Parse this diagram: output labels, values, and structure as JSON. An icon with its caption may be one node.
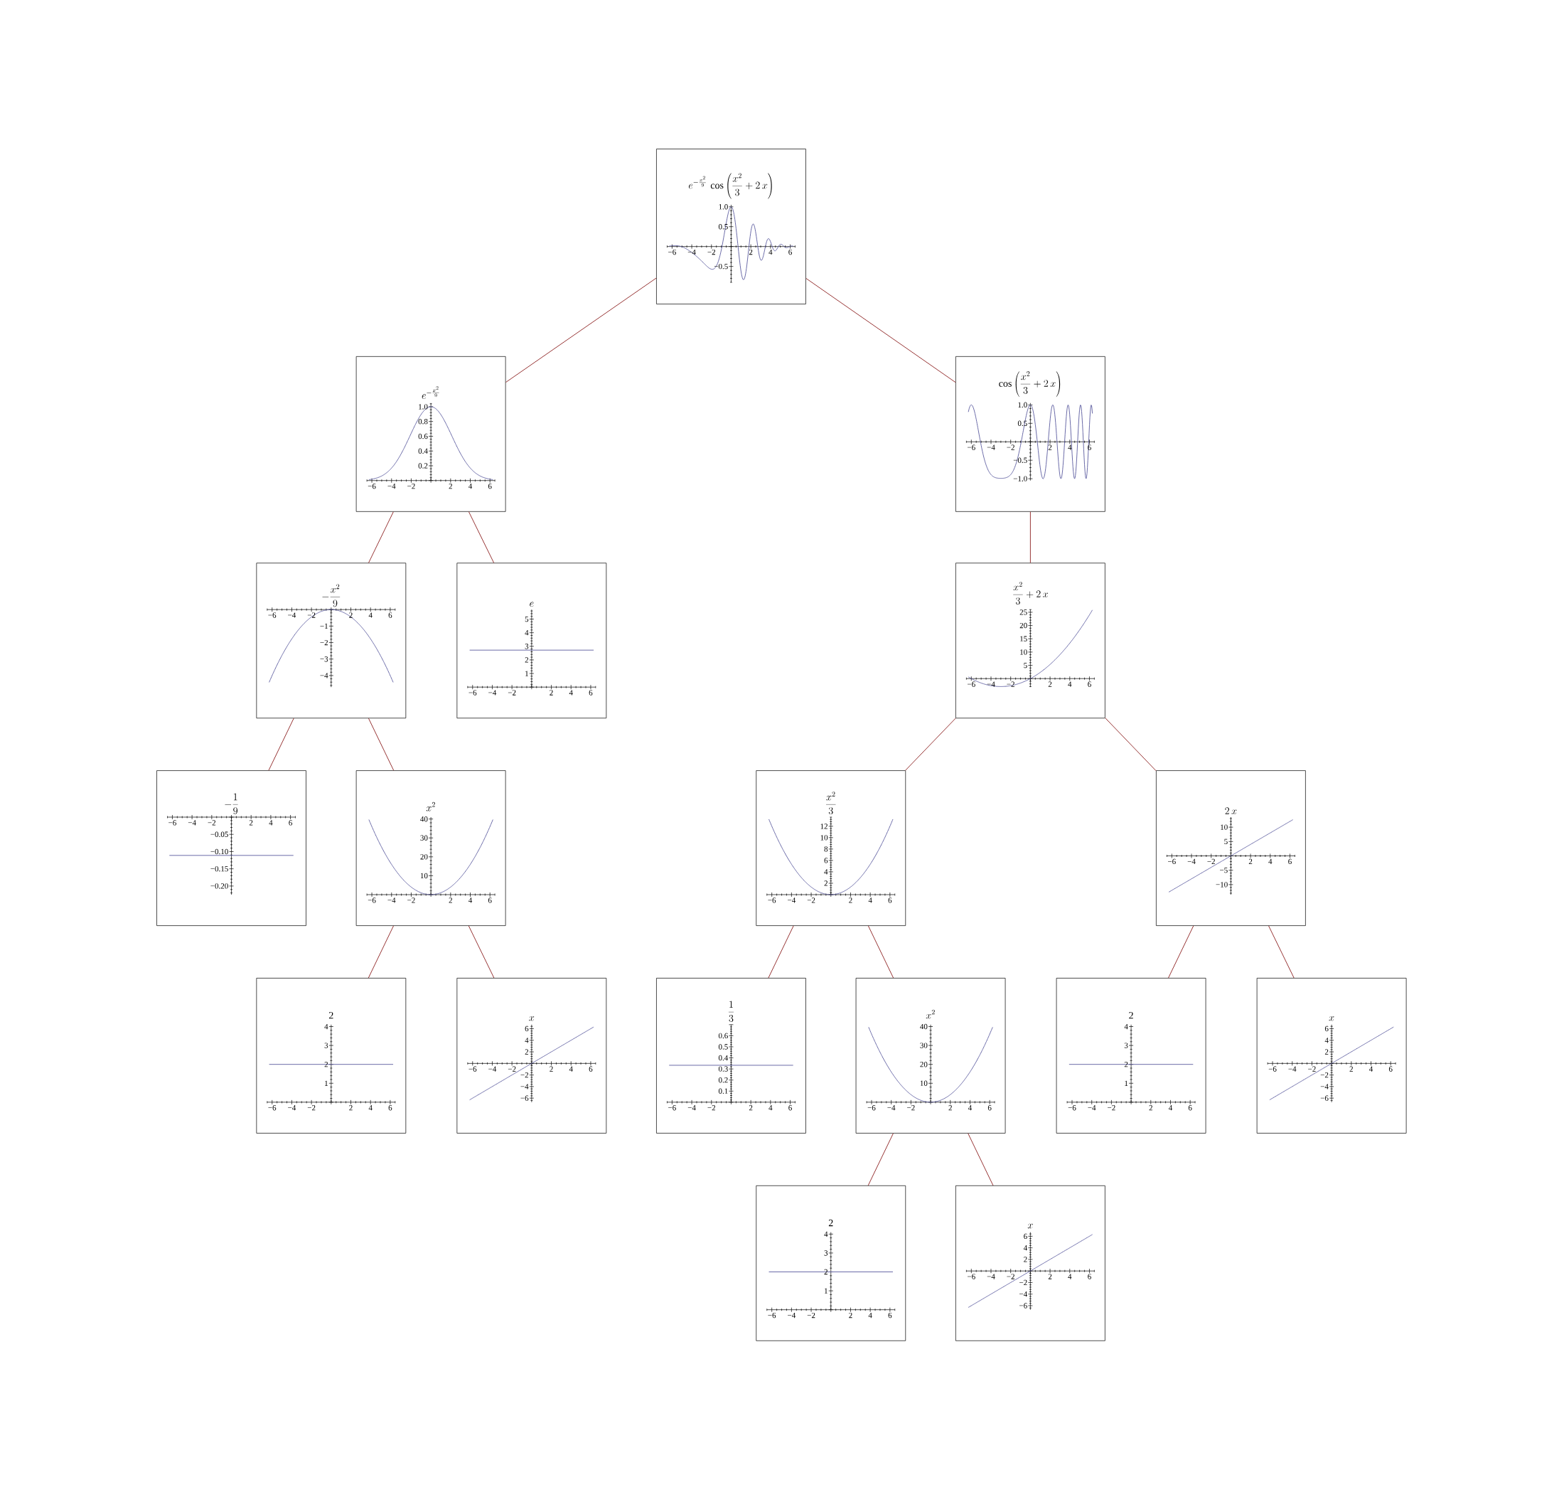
{
  "diagram": {
    "nodes": [
      {
        "text": [
          "e^{-\\frac{x^2}{9}}\\,\\cos\\left(\\frac{x^2}{3}+2\\,x\\right)",
          "−6",
          "−4",
          "−2",
          "2",
          "4",
          "6",
          "1.0",
          "0.5",
          "−0.5"
        ]
      },
      {
        "text": [
          "e^{-\\frac{x^2}{9}}",
          "−6",
          "−4",
          "−2",
          "2",
          "4",
          "6",
          "1.0",
          "0.8",
          "0.6",
          "0.4",
          "0.2"
        ]
      },
      {
        "text": [
          "\\cos\\left(\\frac{x^2}{3}+2\\,x\\right)",
          "−6",
          "−4",
          "−2",
          "2",
          "4",
          "6",
          "1.0",
          "0.5",
          "−0.5",
          "−1.0"
        ]
      },
      {
        "text": [
          "-\\frac{x^2}{9}",
          "−6",
          "−4",
          "−2",
          "2",
          "4",
          "6",
          "−1",
          "−2",
          "−3",
          "−4"
        ]
      },
      {
        "text": [
          "e",
          "−6",
          "−4",
          "−2",
          "2",
          "4",
          "6",
          "5",
          "4",
          "3",
          "2",
          "1"
        ]
      },
      {
        "text": [
          "\\frac{x^2}{3}+2\\,x",
          "−6",
          "−4",
          "−2",
          "2",
          "4",
          "6",
          "25",
          "20",
          "15",
          "10",
          "5"
        ]
      },
      {
        "text": [
          "-\\frac{1}{9}",
          "−6",
          "−4",
          "−2",
          "2",
          "4",
          "6",
          "−0.05",
          "−0.10",
          "−0.15",
          "−0.20"
        ]
      },
      {
        "text": [
          "x^2",
          "−6",
          "−4",
          "−2",
          "2",
          "4",
          "6",
          "40",
          "30",
          "20",
          "10"
        ]
      },
      {
        "text": [
          "\\frac{x^2}{3}",
          "−6",
          "−4",
          "−2",
          "2",
          "4",
          "6",
          "12",
          "10",
          "8",
          "6",
          "4",
          "2"
        ]
      },
      {
        "text": [
          "2\\,x",
          "−6",
          "−4",
          "−2",
          "2",
          "4",
          "6",
          "10",
          "5",
          "−5",
          "−10"
        ]
      },
      {
        "text": [
          "2",
          "−6",
          "−4",
          "−2",
          "2",
          "4",
          "6",
          "4",
          "3",
          "2",
          "1"
        ]
      },
      {
        "text": [
          "x",
          "−6",
          "−4",
          "−2",
          "2",
          "4",
          "6",
          "6",
          "4",
          "2",
          "−2",
          "−4",
          "−6"
        ]
      },
      {
        "text": [
          "\\frac{1}{3}",
          "−6",
          "−4",
          "−2",
          "2",
          "4",
          "6",
          "0.6",
          "0.5",
          "0.4",
          "0.3",
          "0.2",
          "0.1"
        ]
      },
      {
        "text": [
          "x^2",
          "−6",
          "−4",
          "−2",
          "2",
          "4",
          "6",
          "40",
          "30",
          "20",
          "10"
        ]
      },
      {
        "text": [
          "2",
          "−6",
          "−4",
          "−2",
          "2",
          "4",
          "6",
          "4",
          "3",
          "2",
          "1"
        ]
      },
      {
        "text": [
          "x",
          "−6",
          "−4",
          "−2",
          "2",
          "4",
          "6",
          "6",
          "4",
          "2",
          "−2",
          "−4",
          "−6"
        ]
      },
      {
        "text": [
          "2",
          "−6",
          "−4",
          "−2",
          "2",
          "4",
          "6",
          "4",
          "3",
          "2",
          "1"
        ]
      },
      {
        "text": [
          "x",
          "−6",
          "−4",
          "−2",
          "2",
          "4",
          "6",
          "6",
          "4",
          "2",
          "−2",
          "−4",
          "−6"
        ]
      }
    ],
    "edges": [
      {
        "from": 0,
        "to": 1,
        "arrow": "none"
      },
      {
        "from": 0,
        "to": 2,
        "arrow": "none"
      },
      {
        "from": 1,
        "to": 3,
        "arrow": "none"
      },
      {
        "from": 1,
        "to": 4,
        "arrow": "none"
      },
      {
        "from": 2,
        "to": 5,
        "arrow": "none"
      },
      {
        "from": 3,
        "to": 6,
        "arrow": "none"
      },
      {
        "from": 3,
        "to": 7,
        "arrow": "none"
      },
      {
        "from": 5,
        "to": 8,
        "arrow": "none"
      },
      {
        "from": 5,
        "to": 9,
        "arrow": "none"
      },
      {
        "from": 7,
        "to": 10,
        "arrow": "none"
      },
      {
        "from": 7,
        "to": 11,
        "arrow": "none"
      },
      {
        "from": 8,
        "to": 12,
        "arrow": "none"
      },
      {
        "from": 8,
        "to": 13,
        "arrow": "none"
      },
      {
        "from": 9,
        "to": 14,
        "arrow": "none"
      },
      {
        "from": 9,
        "to": 15,
        "arrow": "none"
      },
      {
        "from": 13,
        "to": 16,
        "arrow": "none"
      },
      {
        "from": 13,
        "to": 17,
        "arrow": "none"
      }
    ]
  }
}
